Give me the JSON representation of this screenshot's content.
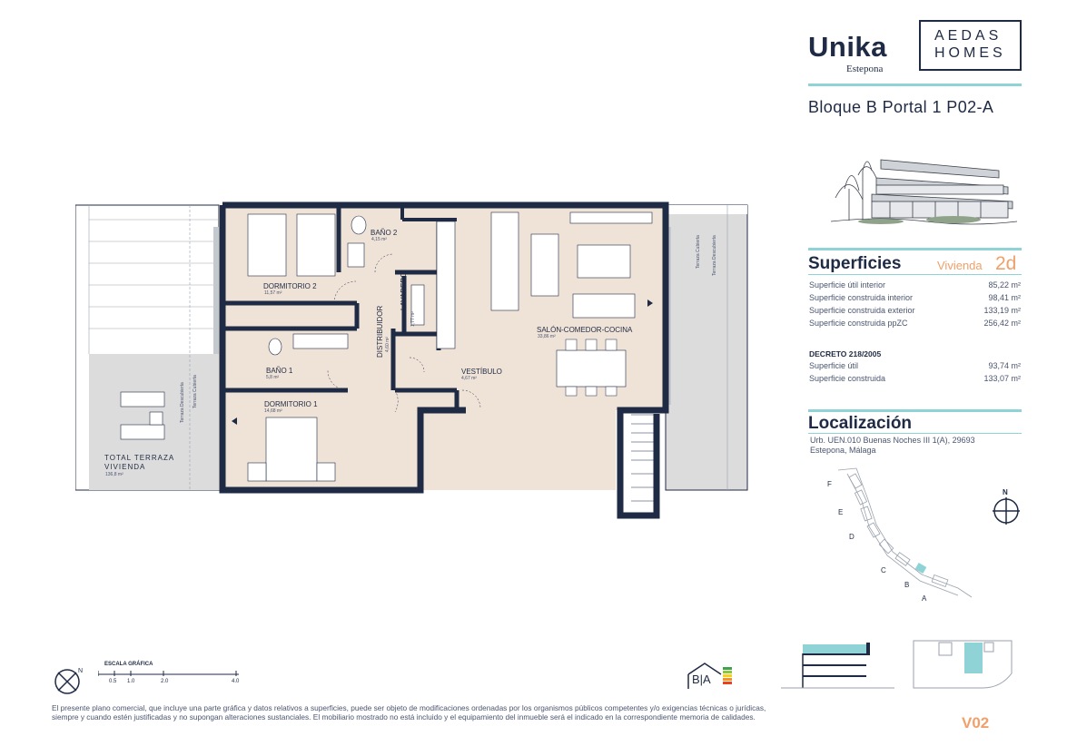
{
  "brand": {
    "name": "Unika",
    "location": "Estepona",
    "developer_line1": "AEDAS",
    "developer_line2": "HOMES"
  },
  "unit_title": "Bloque B Portal 1 P02-A",
  "surfaces": {
    "title": "Superficies",
    "vivienda_label": "Vivienda",
    "vivienda_value": "2d",
    "rows": [
      {
        "label": "Superficie útil interior",
        "value": "85,22 m²"
      },
      {
        "label": "Superficie construida interior",
        "value": "98,41 m²"
      },
      {
        "label": "Superficie construida exterior",
        "value": "133,19 m²"
      },
      {
        "label": "Superficie construida ppZC",
        "value": "256,42 m²"
      }
    ],
    "decree_title": "DECRETO 218/2005",
    "decree_rows": [
      {
        "label": "Superficie útil",
        "value": "93,74 m²"
      },
      {
        "label": "Superficie construida",
        "value": "133,07 m²"
      }
    ]
  },
  "location": {
    "title": "Localización",
    "address_line1": "Urb. UEN.010 Buenas Noches III 1(A), 29693",
    "address_line2": "Estepona, Málaga",
    "map_letters": [
      "F",
      "E",
      "D",
      "C",
      "B",
      "A"
    ],
    "north": "N"
  },
  "plan": {
    "rooms": [
      {
        "name": "DORMITORIO 2",
        "area": "11,57 m²"
      },
      {
        "name": "BAÑO 2",
        "area": "4,15 m²"
      },
      {
        "name": "LAVADERO",
        "area": "1,77 m²"
      },
      {
        "name": "DISTRIBUIDOR",
        "area": "4,60 m²"
      },
      {
        "name": "SALÓN-COMEDOR-COCINA",
        "area": "33,86 m²"
      },
      {
        "name": "BAÑO 1",
        "area": "5,8 m²"
      },
      {
        "name": "VESTÍBULO",
        "area": "4,67 m²"
      },
      {
        "name": "DORMITORIO 1",
        "area": "14,68 m²"
      }
    ],
    "terrace_label_line1": "TOTAL  TERRAZA",
    "terrace_label_line2": "VIVIENDA",
    "terrace_area": "136,8 m²",
    "terrace_covered": "Terraza Cubierta",
    "terrace_uncovered": "Terraza Descubierta"
  },
  "scale": {
    "title": "ESCALA GRÁFICA",
    "ticks": [
      "0.5",
      "1.0",
      "2.0",
      "4.0"
    ]
  },
  "energy_label": "B|A",
  "footer": "El presente plano comercial, que incluye una parte gráfica y datos relativos a superficies, puede ser objeto de modificaciones ordenadas por los organismos públicos competentes y/o exigencias técnicas o jurídicas, siempre y cuando estén justificadas y no supongan alteraciones sustanciales. El mobiliario mostrado no está incluido y el equipamiento del inmueble será el indicado en la correspondiente memoria de calidades.",
  "version": "V02",
  "colors": {
    "navy": "#1f2a44",
    "teal": "#8fd3d6",
    "orange": "#f0a06a",
    "floor": "#efe2d6",
    "terrace": "#dcdcdc"
  }
}
